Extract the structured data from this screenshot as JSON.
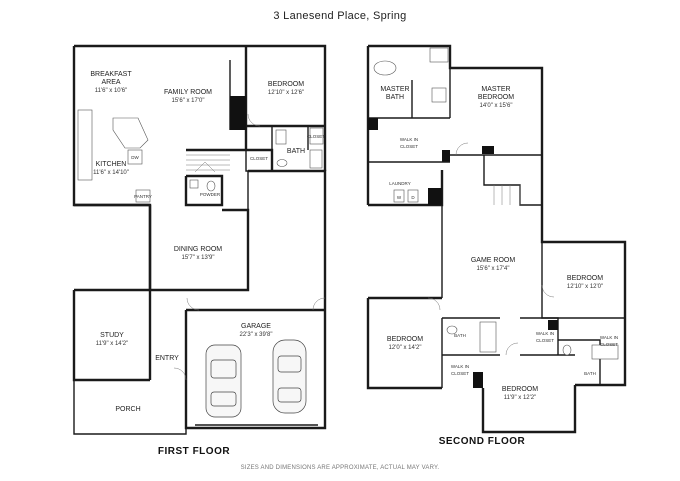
{
  "title": "3 Lanesend Place, Spring",
  "first_floor": {
    "label": "FIRST FLOOR",
    "rooms": {
      "breakfast": {
        "name1": "BREAKFAST",
        "name2": "AREA",
        "dim": "11'6\" x 10'6\""
      },
      "family": {
        "name": "FAMILY ROOM",
        "dim": "15'6\" x 17'0\""
      },
      "bedroom": {
        "name": "BEDROOM",
        "dim": "12'10\" x 12'6\""
      },
      "kitchen": {
        "name": "KITCHEN",
        "dim": "11'6\" x 14'10\""
      },
      "bath": {
        "name": "BATH"
      },
      "closet_a": {
        "name": "CLOSET"
      },
      "closet_b": {
        "name": "CLOSET"
      },
      "powder": {
        "name": "POWDER"
      },
      "pantry": {
        "name": "PANTRY"
      },
      "dw": {
        "name": "DW"
      },
      "dining": {
        "name": "DINING ROOM",
        "dim": "15'7\" x 13'9\""
      },
      "garage": {
        "name": "GARAGE",
        "dim": "22'3\" x 39'8\""
      },
      "study": {
        "name": "STUDY",
        "dim": "11'9\" x 14'2\""
      },
      "entry": {
        "name": "ENTRY"
      },
      "porch": {
        "name": "PORCH"
      }
    }
  },
  "second_floor": {
    "label": "SECOND FLOOR",
    "rooms": {
      "master_bath": {
        "name1": "MASTER",
        "name2": "BATH"
      },
      "master_bedroom": {
        "name1": "MASTER",
        "name2": "BEDROOM",
        "dim": "14'0\" x 15'6\""
      },
      "walk_in_closet_master": {
        "name1": "WALK IN",
        "name2": "CLOSET"
      },
      "laundry": {
        "name": "LAUNDRY"
      },
      "washer": {
        "name": "W"
      },
      "dryer": {
        "name": "D"
      },
      "game": {
        "name": "GAME ROOM",
        "dim": "15'6\" x 17'4\""
      },
      "bedroom_right": {
        "name": "BEDROOM",
        "dim": "12'10\" x 12'0\""
      },
      "bedroom_left": {
        "name": "BEDROOM",
        "dim": "12'0\" x 14'2\""
      },
      "bath_left": {
        "name": "BATH"
      },
      "walk_in_closet_left": {
        "name1": "WALK IN",
        "name2": "CLOSET"
      },
      "walk_in_closet_mid": {
        "name1": "WALK IN",
        "name2": "CLOSET"
      },
      "walk_in_closet_right": {
        "name1": "WALK IN",
        "name2": "CLOSET"
      },
      "bath_right": {
        "name": "BATH"
      },
      "bedroom_bottom": {
        "name": "BEDROOM",
        "dim": "11'9\" x 12'2\""
      }
    }
  },
  "disclaimer": "SIZES AND DIMENSIONS ARE APPROXIMATE, ACTUAL MAY VARY."
}
